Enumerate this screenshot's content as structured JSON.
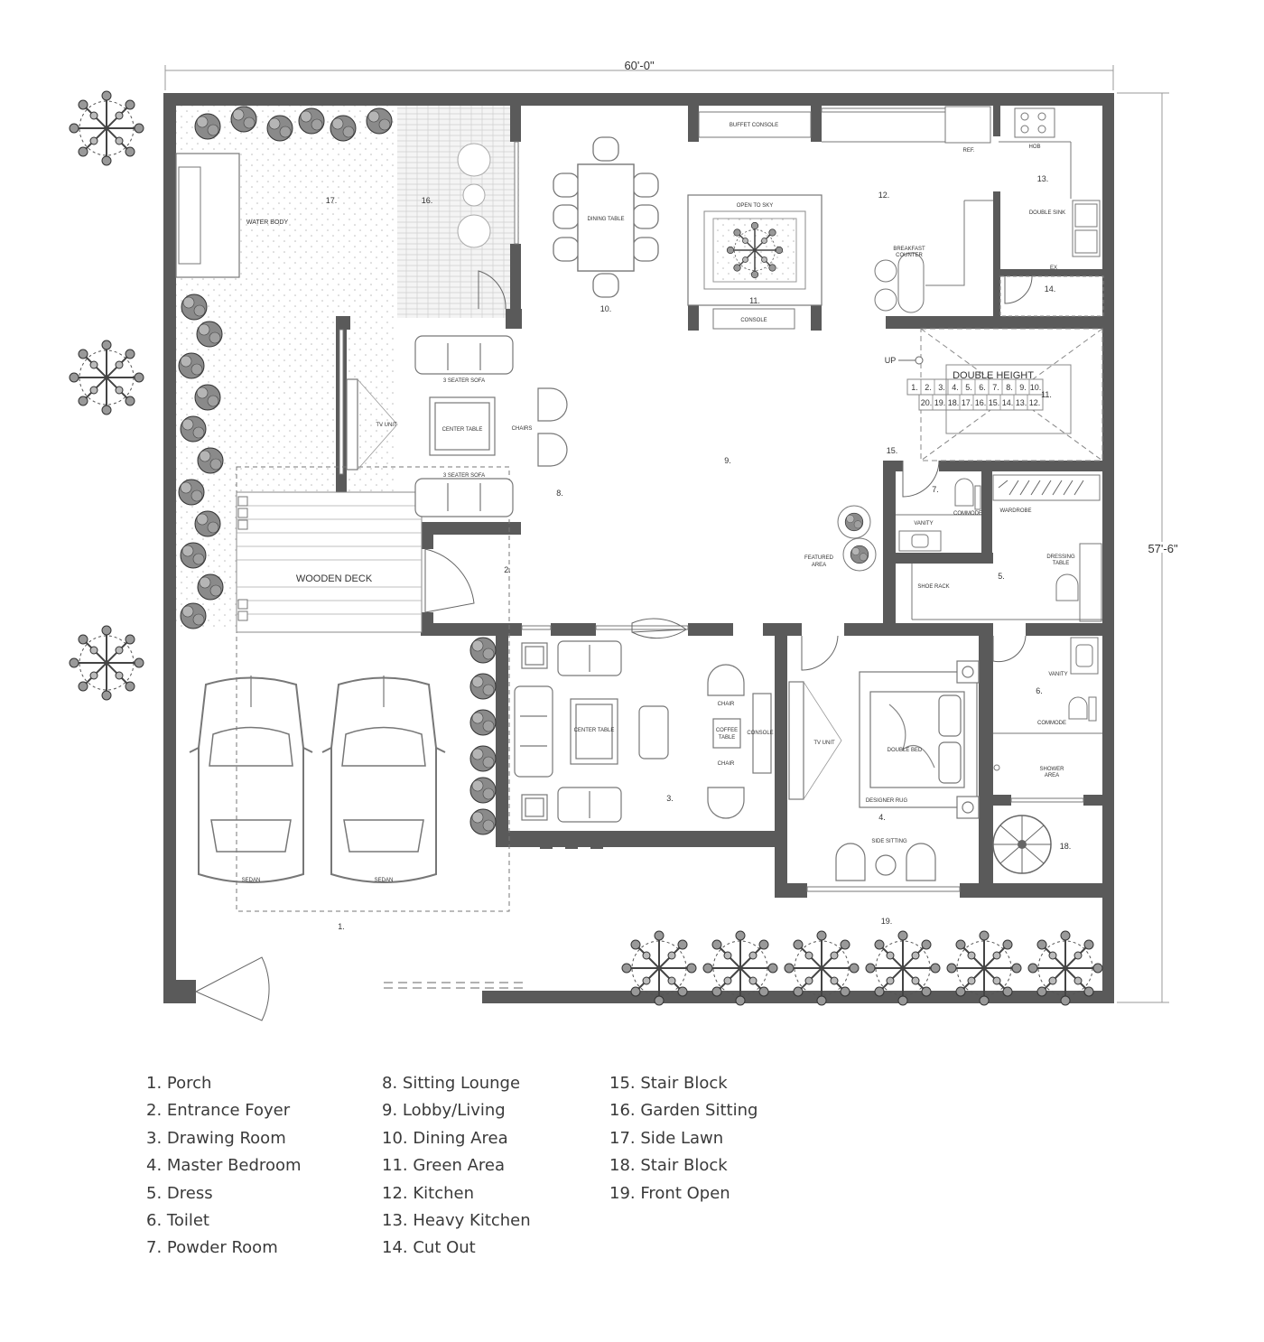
{
  "dimensions": {
    "width": "60'-0\"",
    "depth": "57'-6\""
  },
  "room_numbers": {
    "r1": "1.",
    "r2": "2.",
    "r3": "3.",
    "r4": "4.",
    "r5": "5.",
    "r6": "6.",
    "r7": "7.",
    "r8": "8.",
    "r9": "9.",
    "r10": "10.",
    "r11a": "11.",
    "r11b": "11.",
    "r12": "12.",
    "r13": "13.",
    "r14": "14.",
    "r15": "15.",
    "r16": "16.",
    "r17": "17.",
    "r18": "18.",
    "r19": "19."
  },
  "furniture_labels": {
    "water_body": "WATER BODY",
    "wooden_deck": "WOODEN DECK",
    "sedan_left": "SEDAN",
    "sedan_right": "SEDAN",
    "dining_table": "DINING TABLE",
    "buffet_console": "BUFFET CONSOLE",
    "open_to_sky": "OPEN TO SKY",
    "console_green": "CONSOLE",
    "ref": "REF.",
    "hob": "HOB",
    "double_sink": "DOUBLE SINK",
    "breakfast_counter_1": "BREAKFAST",
    "breakfast_counter_2": "COUNTER",
    "ex": "EX",
    "up": "UP",
    "double_height": "DOUBLE HEIGHT",
    "sofa_top": "3 SEATER SOFA",
    "sofa_bottom": "3 SEATER SOFA",
    "tv_unit_lounge": "TV UNIT",
    "center_table_lounge": "CENTER TABLE",
    "chairs": "CHAIRS",
    "featured_area_1": "FEATURED",
    "featured_area_2": "AREA",
    "commode_powder": "COMMODE",
    "vanity_powder": "VANITY",
    "wardrobe": "WARDROBE",
    "dressing_table_1": "DRESSING",
    "dressing_table_2": "TABLE",
    "shoe_rack": "SHOE RACK",
    "vanity_toilet": "VANITY",
    "commode_toilet": "COMMODE",
    "shower_area_1": "SHOWER",
    "shower_area_2": "AREA",
    "center_table_drawing": "CENTER TABLE",
    "chair_top": "CHAIR",
    "chair_bottom": "CHAIR",
    "coffee_table_1": "COFFEE",
    "coffee_table_2": "TABLE",
    "console_drawing": "CONSOLE",
    "tv_unit_bed": "TV UNIT",
    "double_bed": "DOUBLE BED",
    "designer_rug": "DESIGNER RUG",
    "side_sitting": "SIDE SITTING"
  },
  "stairs": {
    "top_row": [
      "1.",
      "2.",
      "3.",
      "4.",
      "5.",
      "6.",
      "7.",
      "8.",
      "9.",
      "10."
    ],
    "bottom_row": [
      "20.",
      "19.",
      "18.",
      "17.",
      "16.",
      "15.",
      "14.",
      "13.",
      "12."
    ]
  },
  "legend": {
    "col1": [
      "1. Porch",
      "2. Entrance Foyer",
      "3. Drawing Room",
      "4. Master Bedroom",
      "5. Dress",
      "6. Toilet",
      "7. Powder Room"
    ],
    "col2": [
      "8. Sitting Lounge",
      "9. Lobby/Living",
      "10. Dining Area",
      "11. Green Area",
      "12. Kitchen",
      "13. Heavy Kitchen",
      "14. Cut Out"
    ],
    "col3": [
      "15. Stair Block",
      "16. Garden Sitting",
      "17. Side Lawn",
      "18. Stair Block",
      "19. Front Open"
    ]
  }
}
